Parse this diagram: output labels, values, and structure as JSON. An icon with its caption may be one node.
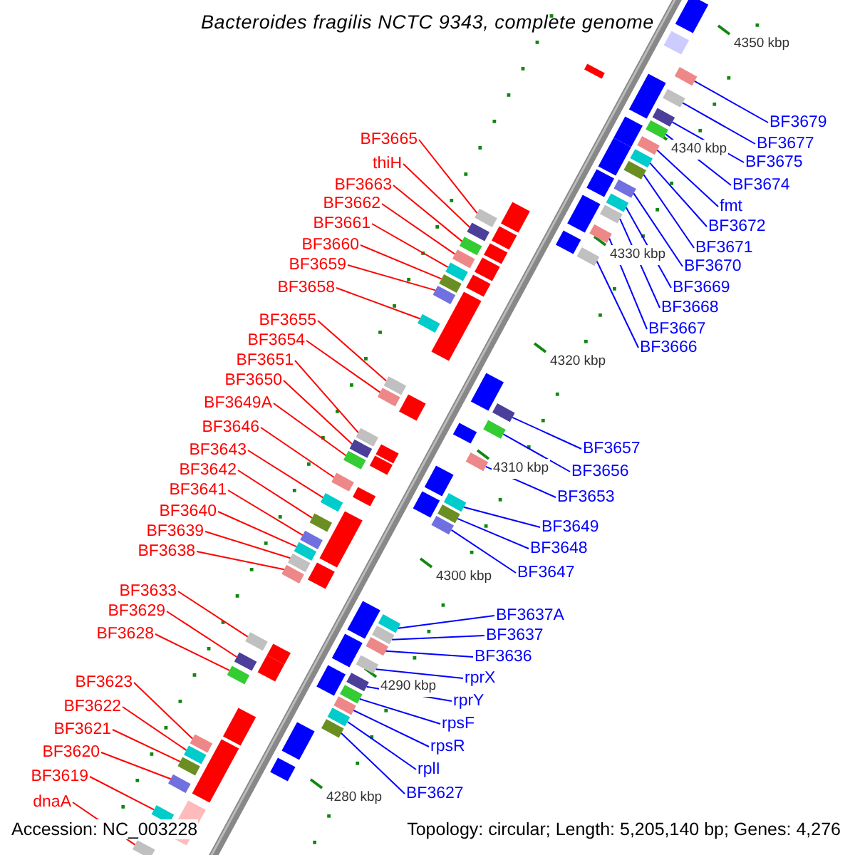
{
  "diagram": {
    "title": "Bacteroides fragilis NCTC 9343, complete genome",
    "nodes": [
      {
        "text": [
          "BF3665"
        ]
      },
      {
        "text": [
          "thiH"
        ]
      },
      {
        "text": [
          "BF3663"
        ]
      },
      {
        "text": [
          "BF3662"
        ]
      },
      {
        "text": [
          "BF3661"
        ]
      },
      {
        "text": [
          "BF3660"
        ]
      },
      {
        "text": [
          "BF3659"
        ]
      },
      {
        "text": [
          "BF3658"
        ]
      },
      {
        "text": [
          "BF3655"
        ]
      },
      {
        "text": [
          "BF3654"
        ]
      },
      {
        "text": [
          "BF3651"
        ]
      },
      {
        "text": [
          "BF3650"
        ]
      },
      {
        "text": [
          "BF3649A"
        ]
      },
      {
        "text": [
          "BF3646"
        ]
      },
      {
        "text": [
          "BF3643"
        ]
      },
      {
        "text": [
          "BF3642"
        ]
      },
      {
        "text": [
          "BF3641"
        ]
      },
      {
        "text": [
          "BF3640"
        ]
      },
      {
        "text": [
          "BF3639"
        ]
      },
      {
        "text": [
          "BF3638"
        ]
      },
      {
        "text": [
          "BF3633"
        ]
      },
      {
        "text": [
          "BF3629"
        ]
      },
      {
        "text": [
          "BF3628"
        ]
      },
      {
        "text": [
          "BF3623"
        ]
      },
      {
        "text": [
          "BF3622"
        ]
      },
      {
        "text": [
          "BF3621"
        ]
      },
      {
        "text": [
          "BF3620"
        ]
      },
      {
        "text": [
          "BF3619"
        ]
      },
      {
        "text": [
          "dnaA"
        ]
      },
      {
        "text": [
          "BF3679"
        ]
      },
      {
        "text": [
          "BF3677"
        ]
      },
      {
        "text": [
          "BF3675"
        ]
      },
      {
        "text": [
          "BF3674"
        ]
      },
      {
        "text": [
          "fmt"
        ]
      },
      {
        "text": [
          "BF3672"
        ]
      },
      {
        "text": [
          "BF3671"
        ]
      },
      {
        "text": [
          "BF3670"
        ]
      },
      {
        "text": [
          "BF3669"
        ]
      },
      {
        "text": [
          "BF3668"
        ]
      },
      {
        "text": [
          "BF3667"
        ]
      },
      {
        "text": [
          "BF3666"
        ]
      },
      {
        "text": [
          "BF3657"
        ]
      },
      {
        "text": [
          "BF3656"
        ]
      },
      {
        "text": [
          "BF3653"
        ]
      },
      {
        "text": [
          "BF3649"
        ]
      },
      {
        "text": [
          "BF3648"
        ]
      },
      {
        "text": [
          "BF3647"
        ]
      },
      {
        "text": [
          "BF3637A"
        ]
      },
      {
        "text": [
          "BF3637"
        ]
      },
      {
        "text": [
          "BF3636"
        ]
      },
      {
        "text": [
          "rprX"
        ]
      },
      {
        "text": [
          "rprY"
        ]
      },
      {
        "text": [
          "rpsF"
        ]
      },
      {
        "text": [
          "rpsR"
        ]
      },
      {
        "text": [
          "rplI"
        ]
      },
      {
        "text": [
          "BF3627"
        ]
      },
      {
        "text": [],
        "shape": "bar"
      },
      {
        "text": [],
        "shape": "bar"
      },
      {
        "text": [],
        "shape": "bar"
      },
      {
        "text": [],
        "shape": "bar"
      },
      {
        "text": [],
        "shape": "bar"
      },
      {
        "text": [],
        "shape": "bar"
      },
      {
        "text": [],
        "shape": "bar"
      },
      {
        "text": [],
        "shape": "bar"
      },
      {
        "text": [],
        "shape": "bar"
      },
      {
        "text": [],
        "shape": "bar"
      },
      {
        "text": [],
        "shape": "bar"
      },
      {
        "text": [],
        "shape": "bar"
      },
      {
        "text": [],
        "shape": "bar"
      },
      {
        "text": [],
        "shape": "bar"
      },
      {
        "text": [],
        "shape": "bar"
      },
      {
        "text": [],
        "shape": "bar"
      },
      {
        "text": [],
        "shape": "bar"
      },
      {
        "text": [],
        "shape": "bar"
      },
      {
        "text": [],
        "shape": "bar"
      },
      {
        "text": [],
        "shape": "bar"
      },
      {
        "text": [],
        "shape": "bar"
      },
      {
        "text": [],
        "shape": "bar"
      },
      {
        "text": [],
        "shape": "bar"
      },
      {
        "text": [],
        "shape": "bar"
      },
      {
        "text": [],
        "shape": "bar"
      },
      {
        "text": [],
        "shape": "bar"
      },
      {
        "text": [],
        "shape": "bar"
      },
      {
        "text": [],
        "shape": "bar"
      },
      {
        "text": [],
        "shape": "bar"
      },
      {
        "text": [],
        "shape": "bar"
      },
      {
        "text": [],
        "shape": "bar"
      },
      {
        "text": [],
        "shape": "bar"
      },
      {
        "text": [],
        "shape": "bar"
      },
      {
        "text": [],
        "shape": "bar"
      },
      {
        "text": [],
        "shape": "bar"
      },
      {
        "text": [],
        "shape": "bar"
      },
      {
        "text": [],
        "shape": "bar"
      },
      {
        "text": [],
        "shape": "bar"
      },
      {
        "text": [],
        "shape": "bar"
      },
      {
        "text": [],
        "shape": "bar"
      },
      {
        "text": [],
        "shape": "bar"
      },
      {
        "text": [],
        "shape": "bar"
      },
      {
        "text": [],
        "shape": "bar"
      },
      {
        "text": [],
        "shape": "bar"
      },
      {
        "text": [],
        "shape": "bar"
      },
      {
        "text": [],
        "shape": "bar"
      },
      {
        "text": [],
        "shape": "bar"
      },
      {
        "text": [],
        "shape": "bar"
      },
      {
        "text": [],
        "shape": "bar"
      },
      {
        "text": [],
        "shape": "bar"
      },
      {
        "text": [],
        "shape": "bar"
      },
      {
        "text": [],
        "shape": "bar"
      },
      {
        "text": [],
        "shape": "bar"
      },
      {
        "text": [],
        "shape": "bar"
      },
      {
        "text": [],
        "shape": "bar"
      },
      {
        "text": [],
        "shape": "bar"
      }
    ],
    "edges": [
      {
        "from": 0,
        "to": 56,
        "arrow": "none"
      },
      {
        "from": 1,
        "to": 57,
        "arrow": "none"
      },
      {
        "from": 2,
        "to": 58,
        "arrow": "none"
      },
      {
        "from": 3,
        "to": 59,
        "arrow": "none"
      },
      {
        "from": 4,
        "to": 60,
        "arrow": "none"
      },
      {
        "from": 5,
        "to": 61,
        "arrow": "none"
      },
      {
        "from": 6,
        "to": 62,
        "arrow": "none"
      },
      {
        "from": 7,
        "to": 63,
        "arrow": "none"
      },
      {
        "from": 8,
        "to": 64,
        "arrow": "none"
      },
      {
        "from": 9,
        "to": 65,
        "arrow": "none"
      },
      {
        "from": 10,
        "to": 66,
        "arrow": "none"
      },
      {
        "from": 11,
        "to": 67,
        "arrow": "none"
      },
      {
        "from": 12,
        "to": 68,
        "arrow": "none"
      },
      {
        "from": 13,
        "to": 69,
        "arrow": "none"
      },
      {
        "from": 14,
        "to": 70,
        "arrow": "none"
      },
      {
        "from": 15,
        "to": 71,
        "arrow": "none"
      },
      {
        "from": 16,
        "to": 72,
        "arrow": "none"
      },
      {
        "from": 17,
        "to": 73,
        "arrow": "none"
      },
      {
        "from": 18,
        "to": 74,
        "arrow": "none"
      },
      {
        "from": 19,
        "to": 75,
        "arrow": "none"
      },
      {
        "from": 20,
        "to": 76,
        "arrow": "none"
      },
      {
        "from": 21,
        "to": 77,
        "arrow": "none"
      },
      {
        "from": 22,
        "to": 78,
        "arrow": "none"
      },
      {
        "from": 23,
        "to": 79,
        "arrow": "none"
      },
      {
        "from": 24,
        "to": 80,
        "arrow": "none"
      },
      {
        "from": 25,
        "to": 81,
        "arrow": "none"
      },
      {
        "from": 26,
        "to": 82,
        "arrow": "none"
      },
      {
        "from": 27,
        "to": 83,
        "arrow": "none"
      },
      {
        "from": 28,
        "to": 84,
        "arrow": "none"
      },
      {
        "from": 29,
        "to": 85,
        "arrow": "none",
        "color": "#0000ff"
      },
      {
        "from": 30,
        "to": 86,
        "arrow": "none",
        "color": "#0000ff"
      },
      {
        "from": 31,
        "to": 87,
        "arrow": "none",
        "color": "#0000ff"
      },
      {
        "from": 32,
        "to": 88,
        "arrow": "none",
        "color": "#0000ff"
      },
      {
        "from": 33,
        "to": 89,
        "arrow": "none",
        "color": "#0000ff"
      },
      {
        "from": 34,
        "to": 90,
        "arrow": "none",
        "color": "#0000ff"
      },
      {
        "from": 35,
        "to": 91,
        "arrow": "none",
        "color": "#0000ff"
      },
      {
        "from": 36,
        "to": 92,
        "arrow": "none",
        "color": "#0000ff"
      },
      {
        "from": 37,
        "to": 93,
        "arrow": "none",
        "color": "#0000ff"
      },
      {
        "from": 38,
        "to": 94,
        "arrow": "none",
        "color": "#0000ff"
      },
      {
        "from": 39,
        "to": 95,
        "arrow": "none",
        "color": "#0000ff"
      },
      {
        "from": 40,
        "to": 96,
        "arrow": "none",
        "color": "#0000ff"
      },
      {
        "from": 41,
        "to": 97,
        "arrow": "none",
        "color": "#0000ff"
      },
      {
        "from": 42,
        "to": 98,
        "arrow": "none",
        "color": "#0000ff"
      },
      {
        "from": 43,
        "to": 99,
        "arrow": "none",
        "color": "#0000ff"
      },
      {
        "from": 44,
        "to": 100,
        "arrow": "none",
        "color": "#0000ff"
      },
      {
        "from": 45,
        "to": 101,
        "arrow": "none",
        "color": "#0000ff"
      },
      {
        "from": 46,
        "to": 102,
        "arrow": "none",
        "color": "#0000ff"
      },
      {
        "from": 47,
        "to": 103,
        "arrow": "none",
        "color": "#0000ff"
      },
      {
        "from": 48,
        "to": 104,
        "arrow": "none",
        "color": "#0000ff"
      },
      {
        "from": 49,
        "to": 105,
        "arrow": "none",
        "color": "#0000ff"
      },
      {
        "from": 50,
        "to": 106,
        "arrow": "none",
        "color": "#0000ff"
      },
      {
        "from": 51,
        "to": 107,
        "arrow": "none",
        "color": "#0000ff"
      },
      {
        "from": 52,
        "to": 108,
        "arrow": "none",
        "color": "#0000ff"
      },
      {
        "from": 53,
        "to": 109,
        "arrow": "none",
        "color": "#0000ff"
      },
      {
        "from": 54,
        "to": 110,
        "arrow": "none",
        "color": "#0000ff"
      },
      {
        "from": 55,
        "to": 111,
        "arrow": "none",
        "color": "#0000ff"
      }
    ],
    "labels": [
      "4350 kbp",
      "4340 kbp",
      "4330 kbp",
      "4320 kbp",
      "4310 kbp",
      "4300 kbp",
      "4290 kbp",
      "4280 kbp",
      "Accession: NC_003228",
      "Topology: circular; Length: 5,205,140 bp; Genes: 4,276"
    ]
  }
}
